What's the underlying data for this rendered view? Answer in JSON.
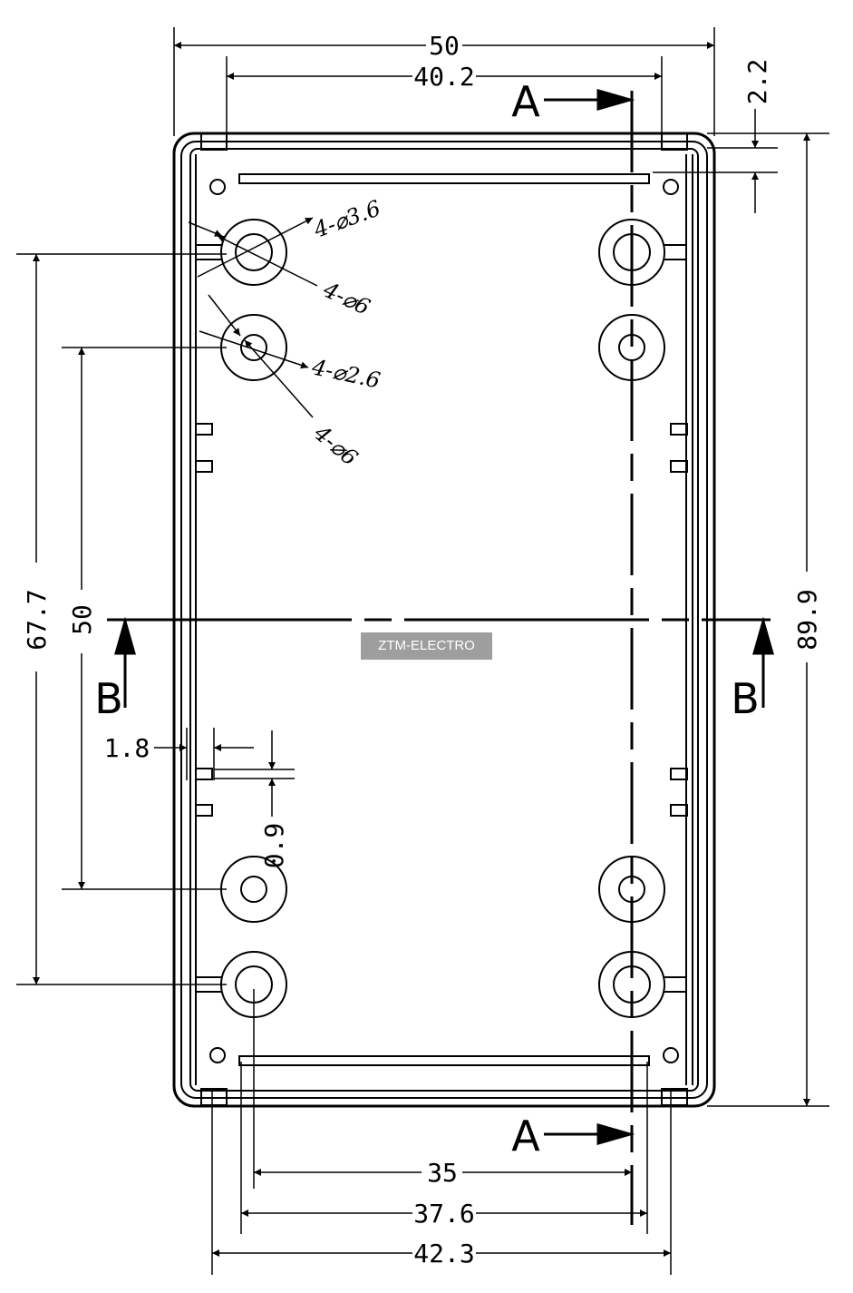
{
  "dimensions": {
    "top_width": "50",
    "top_inner_width": "40.2",
    "wall_offset": "2.2",
    "right_height": "89.9",
    "left_outer_span": "67.7",
    "left_inner_span": "50",
    "rib_thickness": "1.8",
    "slot_gap": "0.9",
    "bottom_pitch": "35",
    "bottom_inner_width": "37.6",
    "bottom_outer_width": "42.3"
  },
  "callouts": {
    "hole_large": "4-⌀3.6",
    "boss_large": "4-⌀6",
    "hole_small": "4-⌀2.6",
    "boss_small": "4-⌀6"
  },
  "section_labels": {
    "a_top": "A",
    "a_bottom": "A",
    "b_left": "B",
    "b_right": "B"
  },
  "watermark": "ZTM-ELECTRO"
}
